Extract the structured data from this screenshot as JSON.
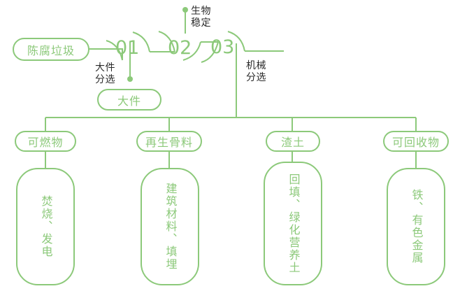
{
  "diagram": {
    "title_node": {
      "label": "陈腐垃圾"
    },
    "steps": [
      {
        "num": "01",
        "side_label": "大件\n分选",
        "side_label_lines": [
          "大件",
          "分选"
        ],
        "branch_pill": "大件"
      },
      {
        "num": "02",
        "side_label_lines": [
          "生物",
          "稳定"
        ]
      },
      {
        "num": "03",
        "side_label_lines": [
          "机械",
          "分选"
        ]
      }
    ],
    "outputs": [
      {
        "pill": "可燃物",
        "detail": "焚烧、发电"
      },
      {
        "pill": "再生骨料",
        "detail": "建筑材料、填埋"
      },
      {
        "pill": "渣土",
        "detail": "回填、绿化营养土"
      },
      {
        "pill": "可回收物",
        "detail": "铁、有色金属"
      }
    ],
    "colors": {
      "green": "#8cc97a",
      "green_line": "#8cc97a",
      "text_dark": "#2b2b2b",
      "background": "#ffffff"
    }
  }
}
